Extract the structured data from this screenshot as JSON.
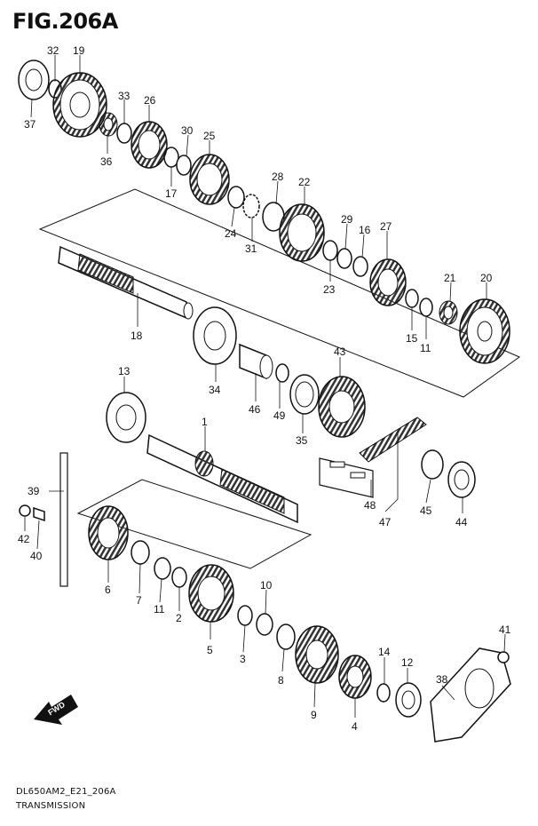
{
  "figure": {
    "title": "FIG.206A"
  },
  "footer": {
    "code": "DL650AM2_E21_206A",
    "section": "TRANSMISSION"
  },
  "fwd_label": "FWD",
  "callouts": [
    {
      "id": "c32",
      "text": "32"
    },
    {
      "id": "c19",
      "text": "19"
    },
    {
      "id": "c37",
      "text": "37"
    },
    {
      "id": "c33",
      "text": "33"
    },
    {
      "id": "c26",
      "text": "26"
    },
    {
      "id": "c36",
      "text": "36"
    },
    {
      "id": "c30",
      "text": "30"
    },
    {
      "id": "c25",
      "text": "25"
    },
    {
      "id": "c17",
      "text": "17"
    },
    {
      "id": "c28",
      "text": "28"
    },
    {
      "id": "c22",
      "text": "22"
    },
    {
      "id": "c24",
      "text": "24"
    },
    {
      "id": "c31",
      "text": "31"
    },
    {
      "id": "c29",
      "text": "29"
    },
    {
      "id": "c16",
      "text": "16"
    },
    {
      "id": "c27",
      "text": "27"
    },
    {
      "id": "c23",
      "text": "23"
    },
    {
      "id": "c21",
      "text": "21"
    },
    {
      "id": "c20",
      "text": "20"
    },
    {
      "id": "c15",
      "text": "15"
    },
    {
      "id": "c11a",
      "text": "11"
    },
    {
      "id": "c18",
      "text": "18"
    },
    {
      "id": "c13",
      "text": "13"
    },
    {
      "id": "c43",
      "text": "43"
    },
    {
      "id": "c34",
      "text": "34"
    },
    {
      "id": "c46",
      "text": "46"
    },
    {
      "id": "c49",
      "text": "49"
    },
    {
      "id": "c35",
      "text": "35"
    },
    {
      "id": "c1",
      "text": "1"
    },
    {
      "id": "c39",
      "text": "39"
    },
    {
      "id": "c42",
      "text": "42"
    },
    {
      "id": "c40",
      "text": "40"
    },
    {
      "id": "c48",
      "text": "48"
    },
    {
      "id": "c47",
      "text": "47"
    },
    {
      "id": "c45",
      "text": "45"
    },
    {
      "id": "c44",
      "text": "44"
    },
    {
      "id": "c6",
      "text": "6"
    },
    {
      "id": "c7",
      "text": "7"
    },
    {
      "id": "c11b",
      "text": "11"
    },
    {
      "id": "c2",
      "text": "2"
    },
    {
      "id": "c5",
      "text": "5"
    },
    {
      "id": "c3",
      "text": "3"
    },
    {
      "id": "c10",
      "text": "10"
    },
    {
      "id": "c8",
      "text": "8"
    },
    {
      "id": "c9",
      "text": "9"
    },
    {
      "id": "c14",
      "text": "14"
    },
    {
      "id": "c12",
      "text": "12"
    },
    {
      "id": "c4",
      "text": "4"
    },
    {
      "id": "c41",
      "text": "41"
    },
    {
      "id": "c38",
      "text": "38"
    }
  ]
}
